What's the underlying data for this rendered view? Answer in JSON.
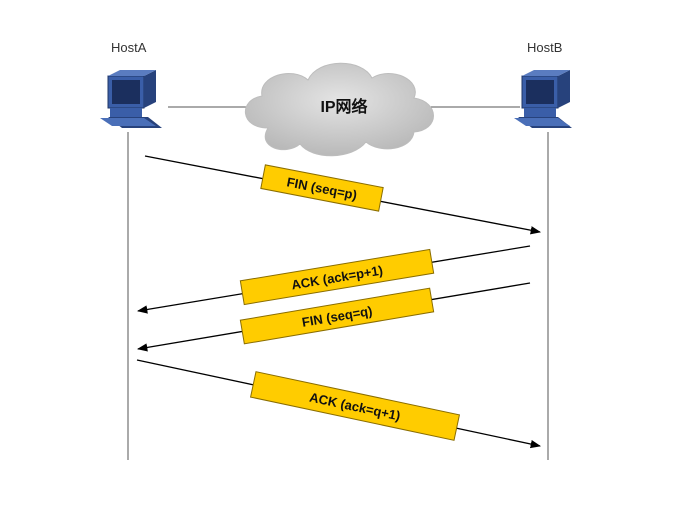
{
  "hosts": {
    "a": {
      "label": "HostA",
      "icon": "computer-icon"
    },
    "b": {
      "label": "HostB",
      "icon": "computer-icon"
    }
  },
  "network": {
    "label": "IP网络",
    "icon": "cloud-icon"
  },
  "messages": [
    {
      "label": "FIN (seq=p)",
      "direction": "A->B"
    },
    {
      "label": "ACK (ack=p+1)",
      "direction": "B->A"
    },
    {
      "label": "FIN (seq=q)",
      "direction": "B->A"
    },
    {
      "label": "ACK (ack=q+1)",
      "direction": "A->B"
    }
  ],
  "colors": {
    "label_fill": "#FFCC00",
    "label_border": "#8a6d00",
    "cloud": "#c8c8c8",
    "computer": "#2e4d8f",
    "line": "#000000",
    "lifeline": "#555555"
  }
}
